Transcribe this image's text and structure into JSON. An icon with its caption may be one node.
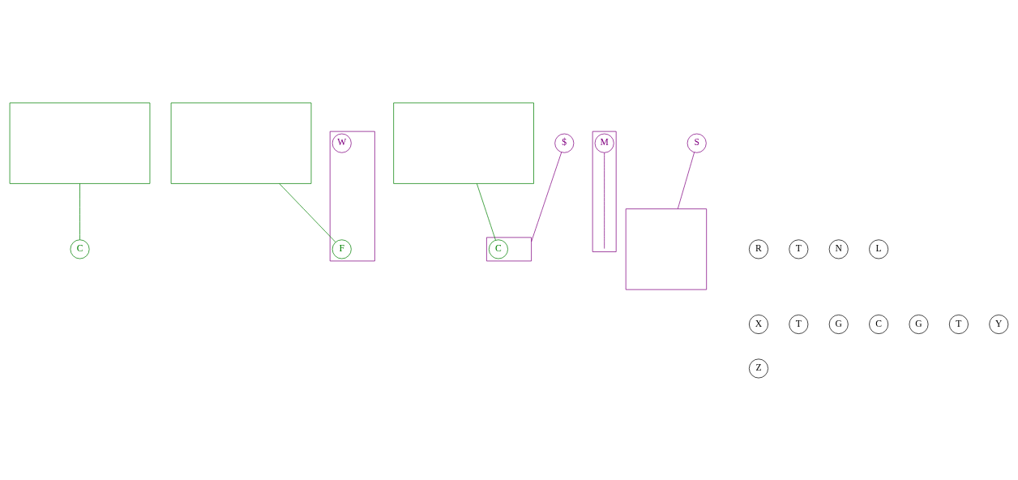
{
  "diagram": {
    "nodes": [
      {
        "text": [],
        "shape": "box"
      },
      {
        "text": [],
        "shape": "box"
      },
      {
        "text": [],
        "shape": "box"
      },
      {
        "text": [],
        "shape": "box"
      },
      {
        "text": [
          "F"
        ],
        "in": 3
      },
      {
        "text": [
          "$"
        ]
      },
      {
        "text": [],
        "shape": "box"
      },
      {
        "text": [],
        "shape": "box"
      },
      {
        "text": [],
        "shape": "box"
      },
      {
        "text": [
          "C"
        ]
      },
      {
        "text": [
          "W"
        ],
        "in": 3
      },
      {
        "text": [
          "M"
        ],
        "in": 6
      },
      {
        "text": [
          "S"
        ]
      },
      {
        "text": [
          "C"
        ],
        "in": 8
      },
      {
        "text": [
          "R"
        ]
      },
      {
        "text": [
          "T"
        ]
      },
      {
        "text": [
          "N"
        ]
      },
      {
        "text": [
          "L"
        ]
      },
      {
        "text": [
          "X"
        ]
      },
      {
        "text": [
          "T"
        ]
      },
      {
        "text": [
          "G"
        ]
      },
      {
        "text": [
          "C"
        ]
      },
      {
        "text": [
          "G"
        ]
      },
      {
        "text": [
          "T"
        ]
      },
      {
        "text": [
          "Y"
        ]
      },
      {
        "text": [
          "Z"
        ]
      }
    ],
    "edges": [
      {
        "from": 0,
        "to": 9,
        "arrow": "none",
        "color": "#008000"
      },
      {
        "from": 1,
        "to": 4,
        "arrow": "none",
        "color": "#008000"
      },
      {
        "from": 2,
        "to": 13,
        "arrow": "none",
        "color": "#008000"
      },
      {
        "from": 5,
        "to": 8,
        "arrow": "none",
        "color": "#800080"
      },
      {
        "from": 11,
        "to": 6,
        "arrow": "none",
        "color": "#800080"
      },
      {
        "from": 12,
        "to": 7,
        "arrow": "none",
        "color": "#800080"
      }
    ]
  }
}
